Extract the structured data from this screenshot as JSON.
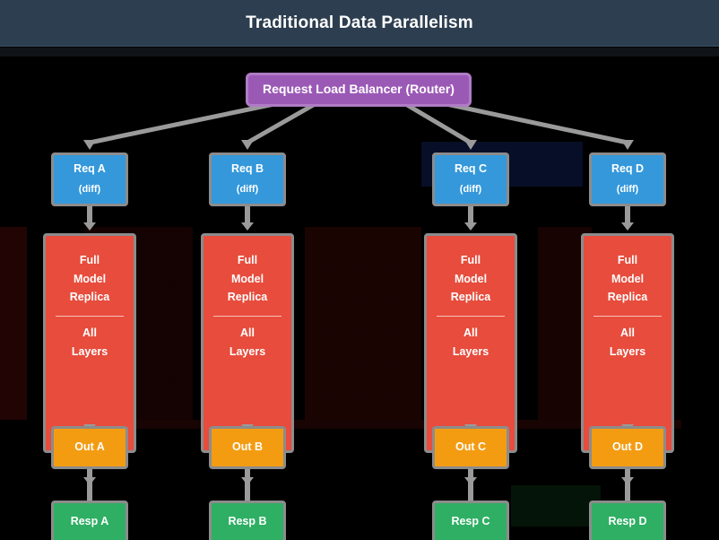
{
  "header": {
    "title": "Traditional Data Parallelism",
    "bg_color": "#2d3e50"
  },
  "colors": {
    "router": "#9b59b6",
    "request": "#3498db",
    "replica": "#e74c3c",
    "output": "#f39c12",
    "response": "#2eaf63",
    "connector": "#9a9a9a",
    "canvas": "#000000",
    "text": "#ffffff"
  },
  "diagram": {
    "router": {
      "label": "Request Load Balancer (Router)"
    },
    "columns": [
      {
        "request": {
          "title": "Req A",
          "subtitle": "(diff)"
        },
        "replica": {
          "title_lines": [
            "Full",
            "Model",
            "Replica"
          ],
          "sub_lines": [
            "All",
            "Layers"
          ]
        },
        "output": {
          "label": "Out A"
        },
        "response": {
          "label": "Resp A"
        }
      },
      {
        "request": {
          "title": "Req B",
          "subtitle": "(diff)"
        },
        "replica": {
          "title_lines": [
            "Full",
            "Model",
            "Replica"
          ],
          "sub_lines": [
            "All",
            "Layers"
          ]
        },
        "output": {
          "label": "Out B"
        },
        "response": {
          "label": "Resp B"
        }
      },
      {
        "request": {
          "title": "Req C",
          "subtitle": "(diff)"
        },
        "replica": {
          "title_lines": [
            "Full",
            "Model",
            "Replica"
          ],
          "sub_lines": [
            "All",
            "Layers"
          ]
        },
        "output": {
          "label": "Out C"
        },
        "response": {
          "label": "Resp C"
        }
      },
      {
        "request": {
          "title": "Req D",
          "subtitle": "(diff)"
        },
        "replica": {
          "title_lines": [
            "Full",
            "Model",
            "Replica"
          ],
          "sub_lines": [
            "All",
            "Layers"
          ]
        },
        "output": {
          "label": "Out D"
        },
        "response": {
          "label": "Resp D"
        }
      }
    ]
  }
}
